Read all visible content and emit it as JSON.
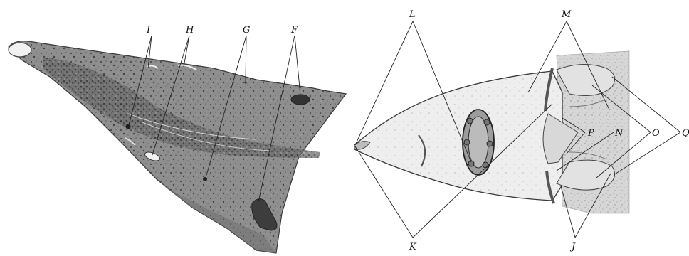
{
  "figure": {
    "left_panel": {
      "labels": {
        "I": "I",
        "H": "H",
        "G": "G",
        "F": "F"
      }
    },
    "right_panel": {
      "labels": {
        "L": "L",
        "M": "M",
        "K": "K",
        "J": "J",
        "N": "N",
        "O": "O",
        "P": "P",
        "Q": "Q"
      }
    }
  }
}
